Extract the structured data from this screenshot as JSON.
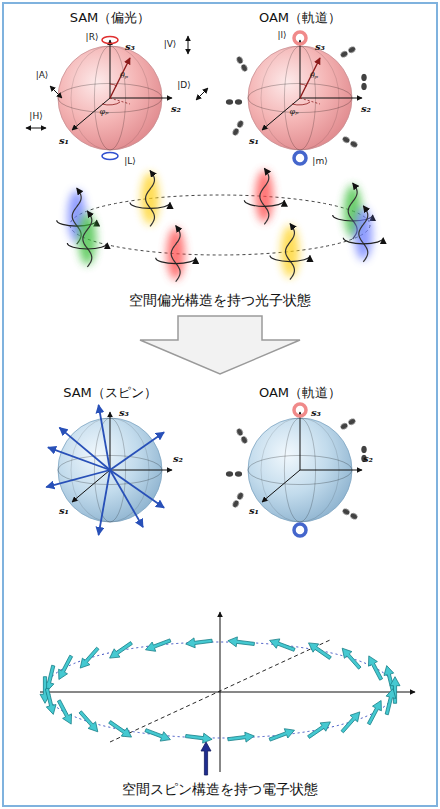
{
  "diagram": {
    "labels": [
      "SAM（偏光）",
      "OAM（軌道）",
      "|R⟩",
      "s₃",
      "|V⟩",
      "|A⟩",
      "|D⟩",
      "s₂",
      "θₚ",
      "φₚ",
      "|H⟩",
      "s₁",
      "|L⟩",
      "|l⟩",
      "s₃",
      "s₂",
      "θₚ",
      "φₚ",
      "s₁",
      "|m⟩",
      "空間偏光構造を持つ光子状態",
      "SAM（スピン）",
      "OAM（軌道）",
      "s₃",
      "s₂",
      "s₁",
      "s₃",
      "s₂",
      "s₁",
      "空間スピン構造を持つ電子状態"
    ]
  }
}
